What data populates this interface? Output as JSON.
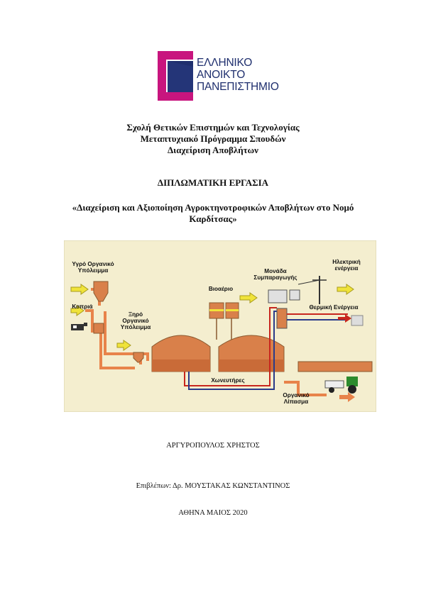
{
  "logo": {
    "line1": "ΕΛΛΗΝΙΚΟ",
    "line2": "ΑΝΟΙΚΤΟ",
    "line3": "ΠΑΝΕΠΙΣΤΗΜΙΟ",
    "colors": {
      "magenta": "#c8157e",
      "navy": "#1f2f6e"
    }
  },
  "header": {
    "school": "Σχολή Θετικών Επιστημών και Τεχνολογίας",
    "program": "Μεταπτυχιακό Πρόγραμμα Σπουδών",
    "specialization": "Διαχείριση Αποβλήτων"
  },
  "thesis": {
    "type": "ΔΙΠΛΩΜΑΤΙΚΗ ΕΡΓΑΣΙΑ",
    "title_line1": "«Διαχείριση και Αξιοποίηση Αγροκτηνοτροφικών Αποβλήτων στο Νομό",
    "title_line2": "Καρδίτσας»"
  },
  "diagram": {
    "labels": {
      "wet_organic": [
        "Υγρό Οργανικό",
        "Υπόλειμμα"
      ],
      "manure": "Κοπριά",
      "dry_organic": [
        "Ξηρό",
        "Οργανικό",
        "Υπόλειμμα"
      ],
      "biogas": "Βιοαέριο",
      "cogeneration": [
        "Μονάδα",
        "Συμπαραγωγής"
      ],
      "electric": [
        "Ηλεκτρική",
        "ενέργεια"
      ],
      "thermal": "Θερμική Ενέργεια",
      "digesters": "Χωνευτήρες",
      "fertilizer": [
        "Οργανικό",
        "Λίπασμα"
      ]
    },
    "colors": {
      "background": "#f4eecf",
      "pipe": "#e8834a",
      "arrow": "#f0e33a",
      "tank": "#d9804a",
      "red": "#c8261e",
      "blue": "#2a3a8a"
    }
  },
  "author": "ΑΡΓΥΡΟΠΟΥΛΟΣ ΧΡΗΣΤΟΣ",
  "supervisor": "Επιβλέπων: Δρ. ΜΟΥΣΤΑΚΑΣ ΚΩΝΣΤΑΝΤΙΝΟΣ",
  "place_date": "ΑΘΗΝΑ ΜΑΙΟΣ 2020"
}
